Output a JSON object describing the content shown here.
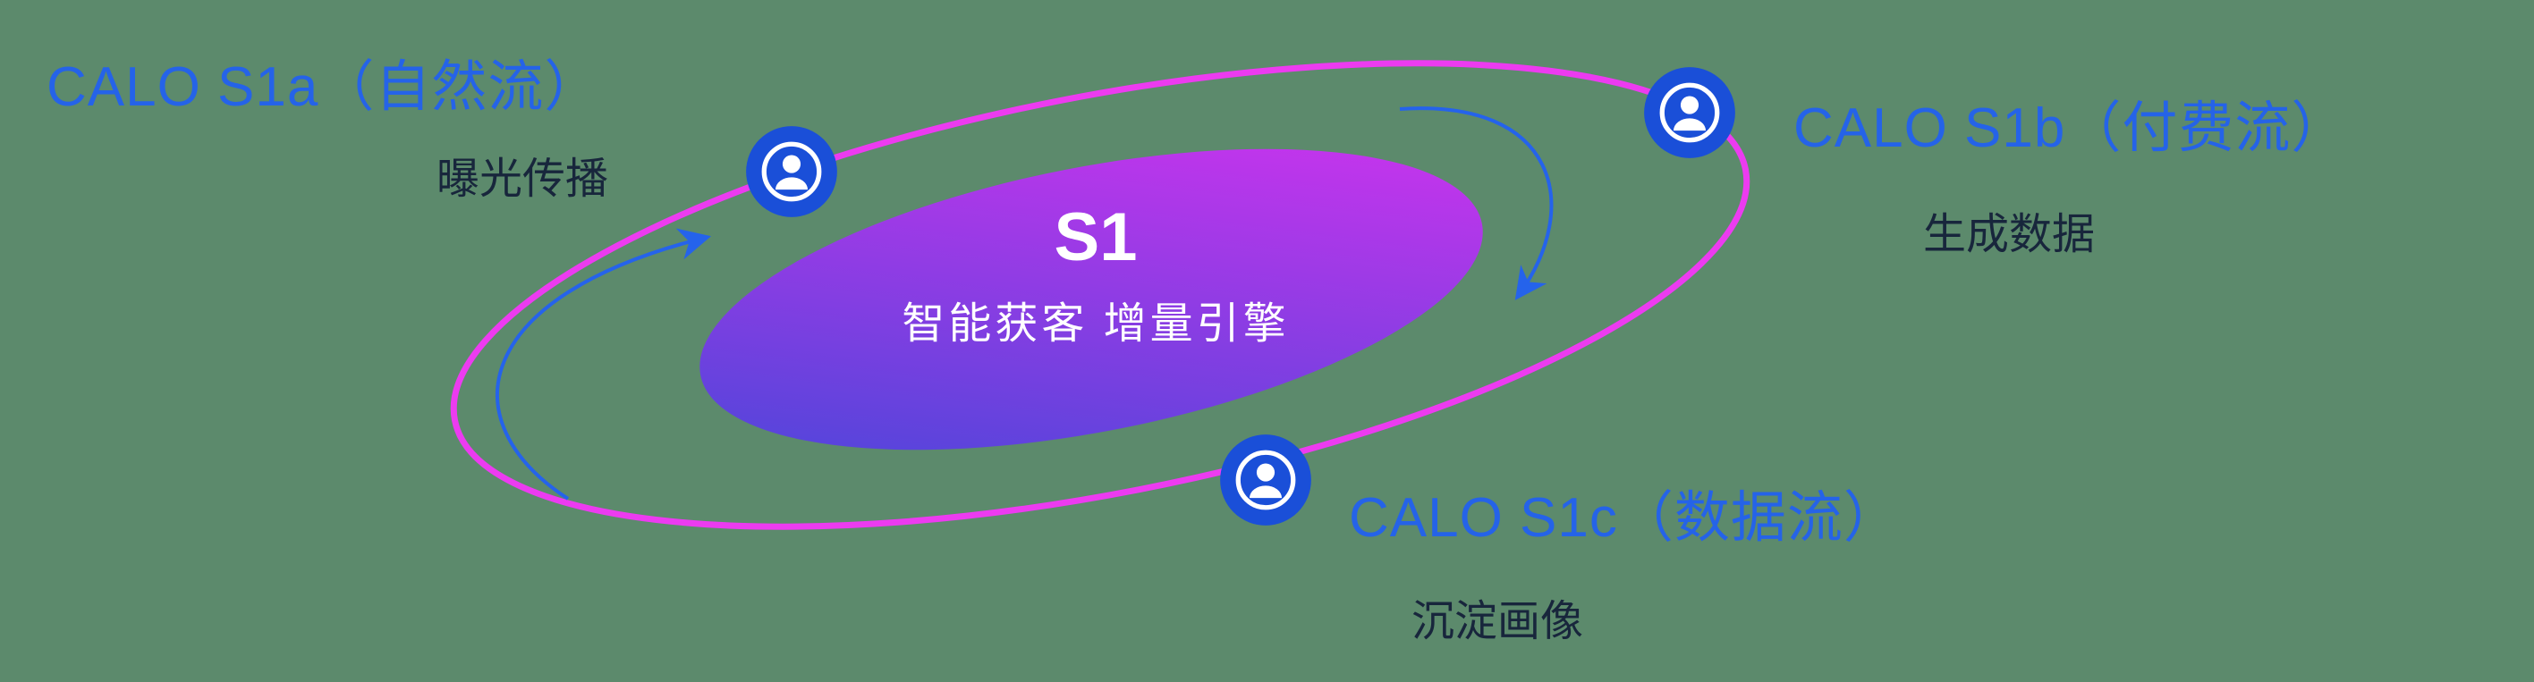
{
  "diagram": {
    "center": {
      "title": "S1",
      "subtitle": "智能获客  增量引擎"
    },
    "nodes": [
      {
        "id": "s1a",
        "label": "CALO S1a（自然流）",
        "sublabel": "曝光传播",
        "icon": "person-icon"
      },
      {
        "id": "s1b",
        "label": "CALO S1b（付费流）",
        "sublabel": "生成数据",
        "icon": "person-icon"
      },
      {
        "id": "s1c",
        "label": "CALO S1c（数据流）",
        "sublabel": "沉淀画像",
        "icon": "person-icon"
      }
    ],
    "colors": {
      "background": "#5c8a6c",
      "orbit": "#ec3bf0",
      "node": "#1a4fd8",
      "label_blue": "#2563e8",
      "label_dark": "#18263c",
      "gradient_start": "#4447d8",
      "gradient_end": "#d632ef",
      "arrow": "#2563eb"
    }
  }
}
